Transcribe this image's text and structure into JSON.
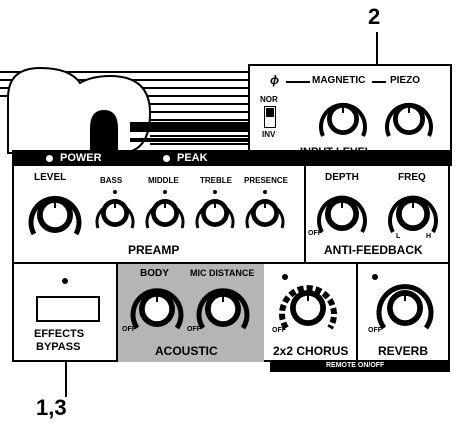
{
  "callouts": {
    "top": "2",
    "bottom": "1,3"
  },
  "input_level": {
    "phase_symbol": "ϕ",
    "magnetic": "MAGNETIC",
    "piezo": "PIEZO",
    "nor": "NOR",
    "inv": "INV",
    "title": "INPUT LEVEL"
  },
  "indicators": {
    "power": "POWER",
    "peak": "PEAK"
  },
  "preamp": {
    "level": "LEVEL",
    "bass": "BASS",
    "middle": "MIDDLE",
    "treble": "TREBLE",
    "presence": "PRESENCE",
    "title": "PREAMP"
  },
  "anti_feedback": {
    "depth": "DEPTH",
    "freq": "FREQ",
    "off": "OFF",
    "l": "L",
    "h": "H",
    "title": "ANTI-FEEDBACK"
  },
  "effects_bypass": {
    "line1": "EFFECTS",
    "line2": "BYPASS"
  },
  "acoustic": {
    "body": "BODY",
    "mic_distance": "MIC DISTANCE",
    "off1": "OFF",
    "off2": "OFF",
    "title": "ACOUSTIC"
  },
  "chorus": {
    "off": "OFF",
    "title": "2x2 CHORUS"
  },
  "reverb": {
    "off": "OFF",
    "title": "REVERB"
  },
  "remote": "REMOTE ON/OFF",
  "bass_marks": {
    "minus": "-",
    "plus": "+"
  }
}
